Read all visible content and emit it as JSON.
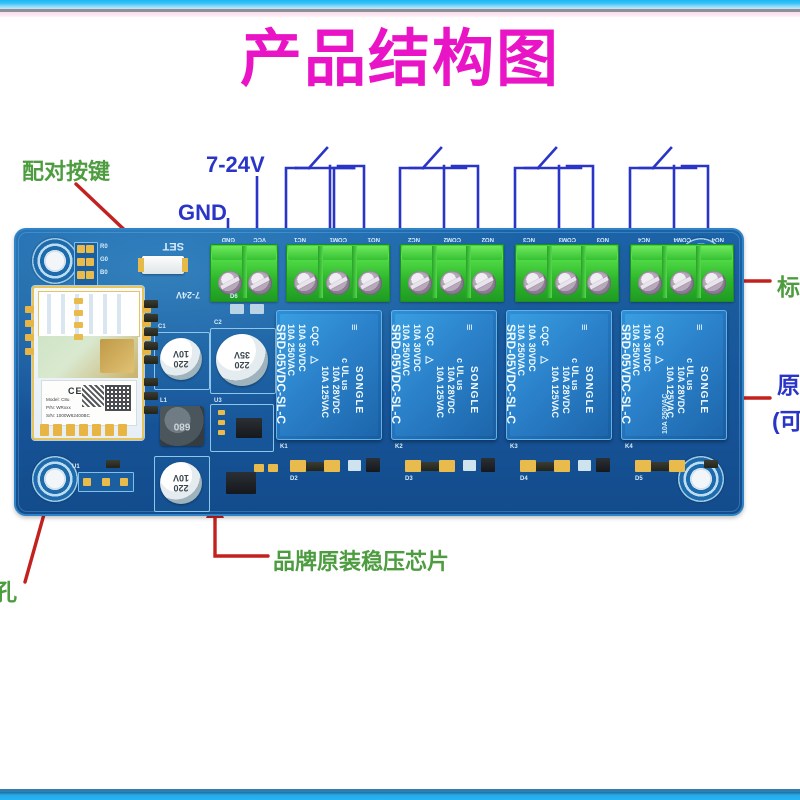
{
  "page": {
    "title": "产品结构图",
    "title_color": "#e914c6",
    "bg_color": "#ffffff",
    "frame_top_color": "#22b6f7",
    "frame_bottom_color": "#22b6f7"
  },
  "callouts": [
    {
      "id": "pairing-button",
      "text": "配对按键",
      "color": "#4d9c3f",
      "arrow_color": "#c3211f"
    },
    {
      "id": "power-range",
      "text": "7-24V",
      "color": "#2a35c8",
      "arrow_color": "#2a35c8"
    },
    {
      "id": "ground",
      "text": "GND",
      "color": "#2a35c8",
      "arrow_color": "#2a35c8"
    },
    {
      "id": "regulator-chip",
      "text": "品牌原装稳压芯片",
      "color": "#4d9c3f",
      "arrow_color": "#c3211f"
    },
    {
      "id": "mounting-hole",
      "text": "孔",
      "color": "#4d9c3f",
      "arrow_color": "#c3211f"
    },
    {
      "id": "marking-right",
      "text": "标",
      "color": "#4d9c3f",
      "arrow_color": "#c3211f"
    },
    {
      "id": "original-right",
      "text": "原",
      "color": "#2a35c8",
      "arrow_color": "#c3211f"
    },
    {
      "id": "original-right-2",
      "text": "(可",
      "color": "#2a35c8",
      "arrow_color": "#c3211f"
    }
  ],
  "schematic": {
    "color": "#2a35c8",
    "channels": [
      {
        "nc": "NC1",
        "com": "COM1",
        "no": "NO1"
      },
      {
        "nc": "NC2",
        "com": "COM2",
        "no": "NO2"
      },
      {
        "nc": "NC3",
        "com": "COM3",
        "no": "NO3"
      },
      {
        "nc": "NC4",
        "com": "COM4",
        "no": "NO4"
      }
    ]
  },
  "board": {
    "power_terminal": {
      "labels": [
        "GND",
        "VCC"
      ]
    },
    "input_silk": "7-24V",
    "set_button_label": "SET",
    "pin_header_labels": [
      "R0",
      "G0",
      "B0"
    ],
    "wifi_module": {
      "ce_mark": "CE",
      "lines": [
        "Model: C8u",
        "P/N: WRxxx",
        "S/N: 1000W62400BC"
      ]
    },
    "capacitors": [
      {
        "ref": "C1",
        "value": "220",
        "voltage": "10V"
      },
      {
        "ref": "C2",
        "value": "220",
        "voltage": "35V"
      }
    ],
    "inductor": {
      "ref": "L1",
      "value": "680"
    },
    "regulator_ref": "U3",
    "relays": [
      {
        "ref": "K1",
        "part": "SRD-05VDC-SL-C",
        "brand": "SONGLE",
        "ratings": [
          "10A 250VAC",
          "10A 30VDC",
          "10A 125VAC",
          "10A 28VDC"
        ],
        "cert": "c UL us"
      },
      {
        "ref": "K2",
        "part": "SRD-05VDC-SL-C",
        "brand": "SONGLE",
        "ratings": [
          "10A 250VAC",
          "10A 30VDC",
          "10A 125VAC",
          "10A 28VDC"
        ],
        "cert": "c UL us"
      },
      {
        "ref": "K3",
        "part": "SRD-05VDC-SL-C",
        "brand": "SONGLE",
        "ratings": [
          "10A 250VAC",
          "10A 30VDC",
          "10A 125VAC",
          "10A 28VDC"
        ],
        "cert": "c UL us"
      },
      {
        "ref": "K4",
        "part": "SRD-05VDC-SL-C",
        "brand": "SONGLE",
        "ratings": [
          "10A 250VAC",
          "10A 30VDC",
          "10A 125VAC",
          "10A 28VDC"
        ],
        "cert": "c UL us"
      }
    ],
    "channel_terminals": [
      {
        "pins": [
          "NC1",
          "COM1",
          "NO1"
        ]
      },
      {
        "pins": [
          "NC2",
          "COM2",
          "NO2"
        ]
      },
      {
        "pins": [
          "NC3",
          "COM3",
          "NO3"
        ]
      },
      {
        "pins": [
          "NC4",
          "COM4",
          "NO4"
        ]
      }
    ],
    "led_refs": [
      "D2",
      "D3",
      "D4",
      "D5"
    ],
    "side_label": "10A 250VAC"
  }
}
